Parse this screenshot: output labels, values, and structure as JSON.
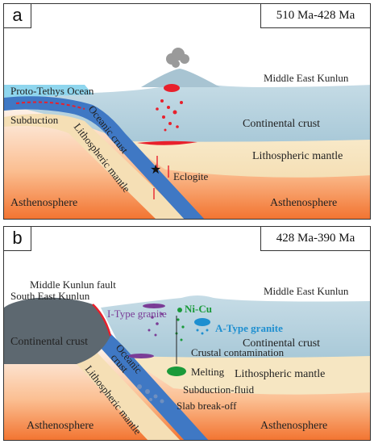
{
  "panel_a": {
    "tag": "a",
    "time": "510 Ma-428 Ma",
    "labels": {
      "ocean": "Proto-Tethys Ocean",
      "region": "Middle East Kunlun",
      "continental": "Continental crust",
      "subduction": "Subduction",
      "oceanic": "Oceanic crust",
      "litho_slab": "Lithospheric mantle",
      "litho_mantle": "Lithospheric mantle",
      "eclogite": "Eclogite",
      "astheno_left": "Asthenosphere",
      "astheno_right": "Asthenosphere"
    }
  },
  "panel_b": {
    "tag": "b",
    "time": "428 Ma-390 Ma",
    "labels": {
      "fault": "Middle Kunlun fault",
      "south": "South East Kunlun",
      "region": "Middle East Kunlun",
      "itype": "I-Type granite",
      "nicu": "Ni-Cu",
      "atype": "A-Type granite",
      "continental_left": "Continental crust",
      "continental_right": "Continental crust",
      "oceanic_1": "Oceanic",
      "oceanic_2": "crust",
      "contamination": "Crustal contamination",
      "melting": "Melting",
      "litho_mantle": "Lithospheric mantle",
      "litho_slab": "Lithospheric mantle",
      "subfluid": "Subduction-fluid",
      "breakoff": "Slab break-off",
      "astheno_left": "Asthenosphere",
      "astheno_right": "Asthenosphere"
    }
  },
  "colors": {
    "ocean": "#8fd6ee",
    "continental_crust": "#b6d2df",
    "lithospheric_mantle": "#f6e6c2",
    "asthenosphere_top": "#fdf0e6",
    "asthenosphere_bottom": "#f47a3a",
    "oceanic_crust": "#3f78c4",
    "magma_red": "#e8202c",
    "granite_purple": "#7a3c96",
    "granite_cyan": "#1e8fd0",
    "nicu_green": "#1a9a3a",
    "left_crust_dark": "#5d6870"
  }
}
